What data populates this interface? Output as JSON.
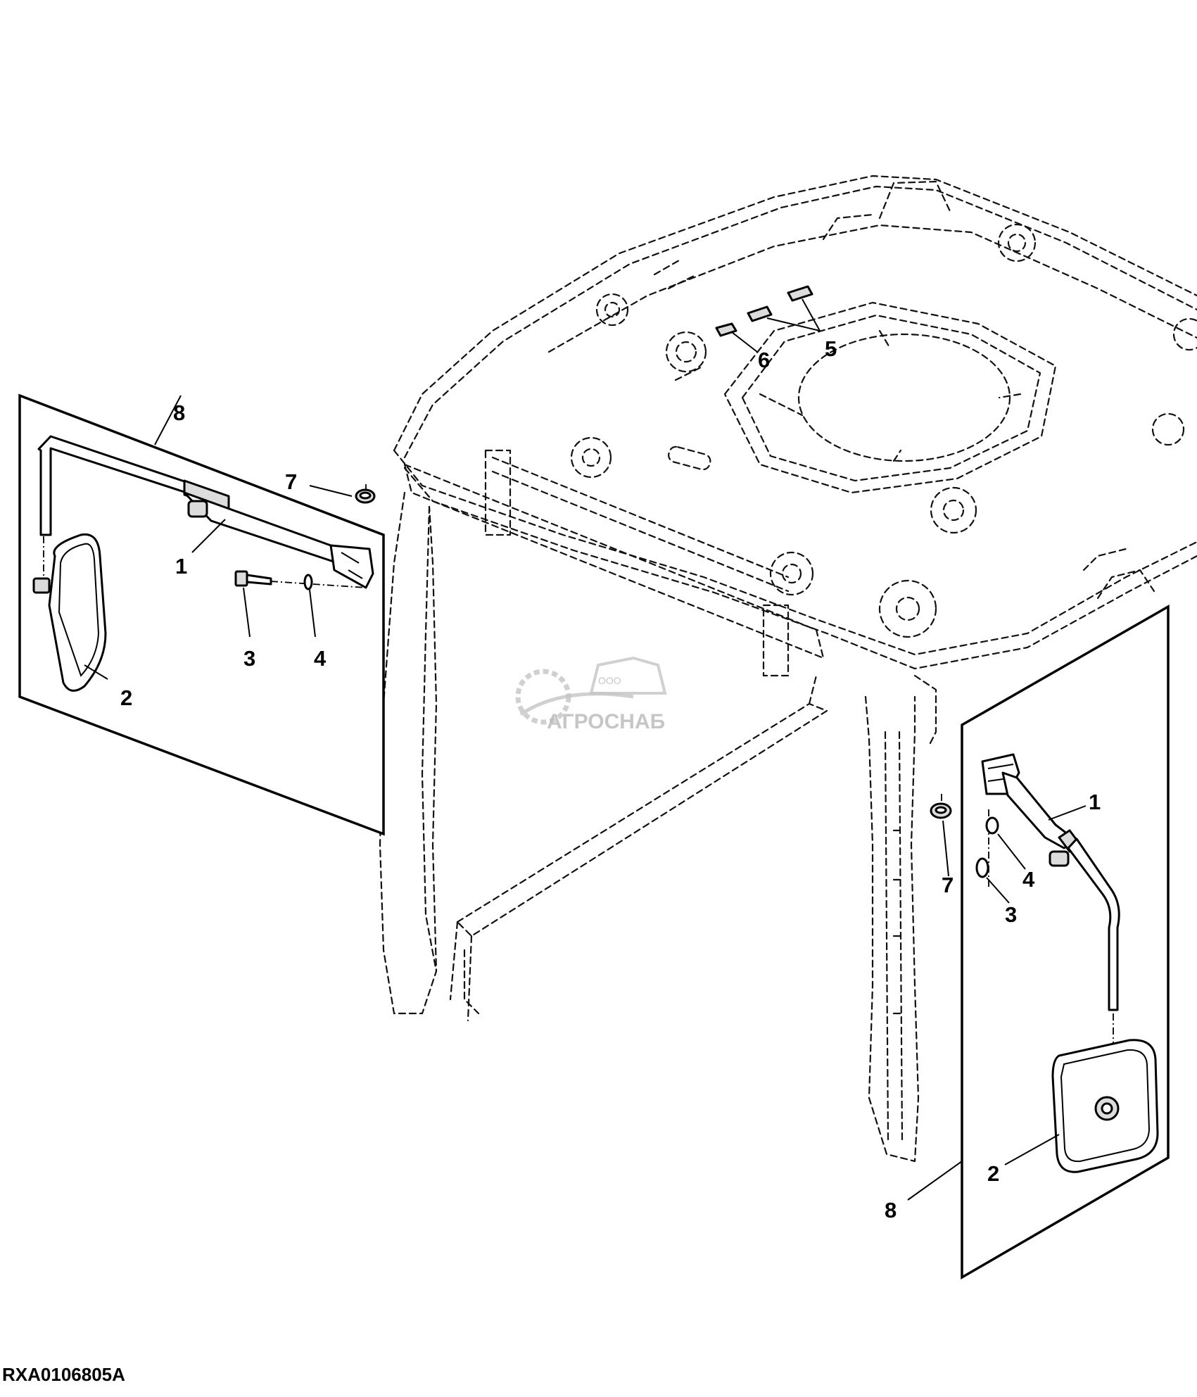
{
  "figure_id": "RXA0106805A",
  "watermark": {
    "company_form": "ООО",
    "company_name": "АГРОСНАБ"
  },
  "callouts": {
    "left": {
      "arm": "1",
      "mirror": "2",
      "bolt": "3",
      "washer": "4",
      "nut": "7",
      "kit": "8"
    },
    "top": {
      "plug_5": "5",
      "plug_6": "6"
    },
    "right": {
      "arm": "1",
      "mirror": "2",
      "bolt": "3",
      "washer": "4",
      "nut": "7",
      "kit": "8"
    }
  }
}
